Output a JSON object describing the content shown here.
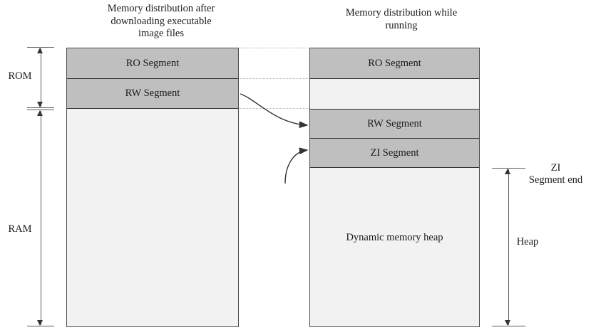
{
  "diagram": {
    "left_panel": {
      "title": "Memory distribution after\ndownloading executable\nimage files",
      "segments": [
        {
          "name": "ro",
          "label": "RO Segment"
        },
        {
          "name": "rw",
          "label": "RW Segment"
        }
      ]
    },
    "right_panel": {
      "title": "Memory distribution while\nrunning",
      "segments": [
        {
          "name": "ro",
          "label": "RO Segment"
        },
        {
          "name": "rw",
          "label": "RW Segment"
        },
        {
          "name": "zi",
          "label": "ZI Segment"
        }
      ],
      "heap_area_label": "Dynamic memory heap"
    },
    "left_brackets": [
      {
        "name": "rom",
        "label": "ROM"
      },
      {
        "name": "ram",
        "label": "RAM"
      }
    ],
    "right_brackets": [
      {
        "name": "zi-segment-end",
        "label": "ZI\nSegment end"
      },
      {
        "name": "heap",
        "label": "Heap"
      }
    ],
    "colors": {
      "segment_fill": "#BFBFBF",
      "free_fill": "#F2F2F2",
      "border": "#4D4D4D",
      "guide_line": "#B0B0B0",
      "arrow": "#333333",
      "text": "#1A1A1A"
    }
  }
}
